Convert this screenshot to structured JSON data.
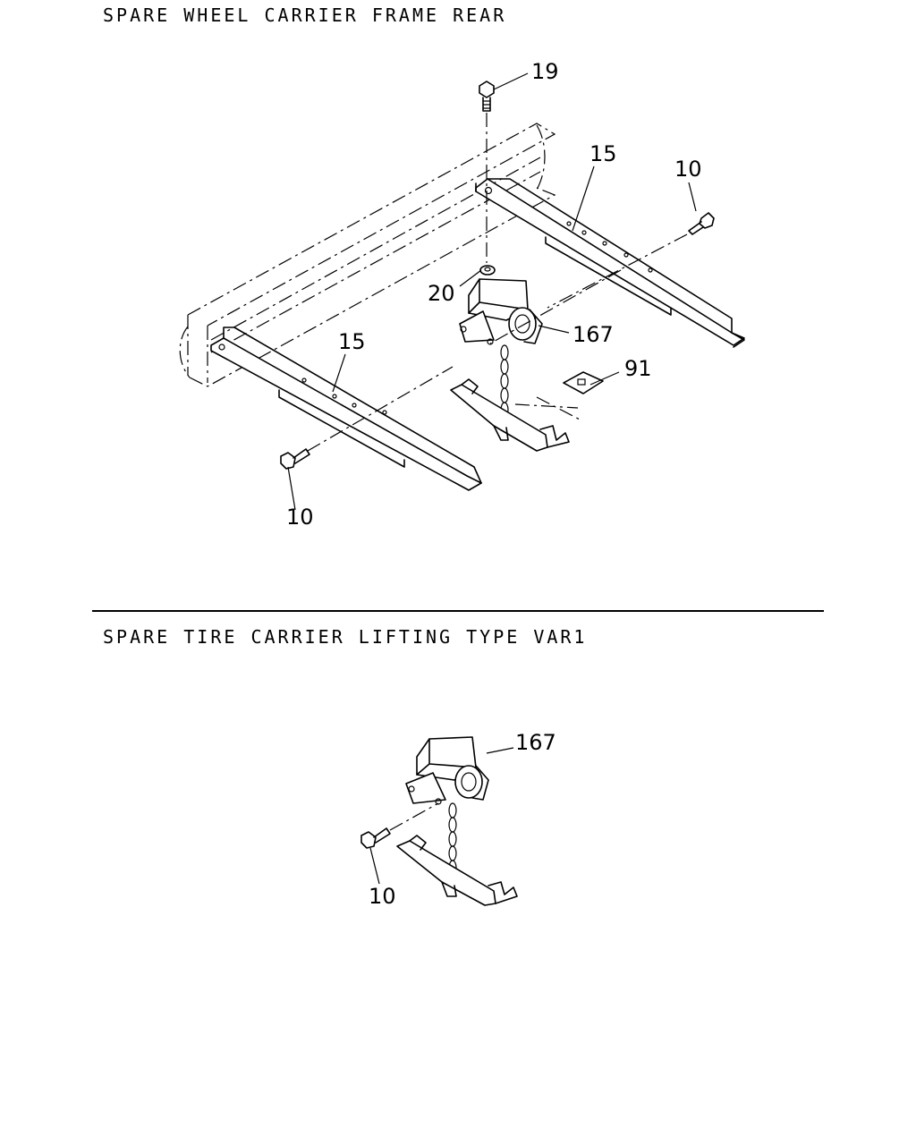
{
  "sections": [
    {
      "title": "SPARE WHEEL CARRIER FRAME REAR",
      "callouts": {
        "bolt_top": "19",
        "rail_right": "15",
        "bolt_right": "10",
        "washer": "20",
        "winch": "167",
        "plate": "91",
        "rail_left": "15",
        "bolt_left": "10"
      }
    },
    {
      "title": "SPARE TIRE CARRIER LIFTING TYPE VAR1",
      "callouts": {
        "winch": "167",
        "bolt": "10"
      }
    }
  ]
}
